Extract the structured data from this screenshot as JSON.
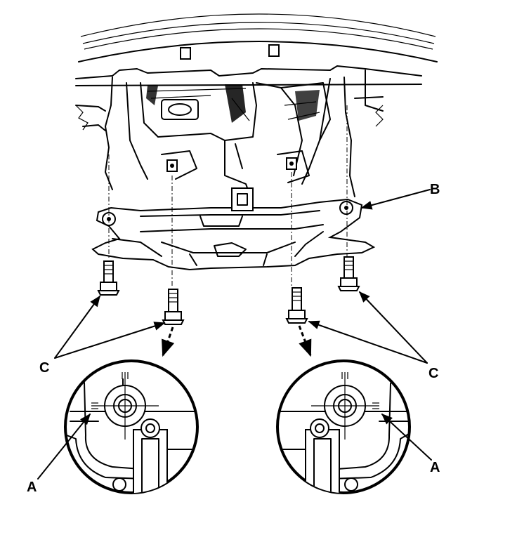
{
  "callouts": {
    "a_left": "A",
    "a_right": "A",
    "b": "B",
    "c_left": "C",
    "c_right": "C"
  },
  "colors": {
    "ink": "#000000",
    "paper": "#ffffff"
  }
}
